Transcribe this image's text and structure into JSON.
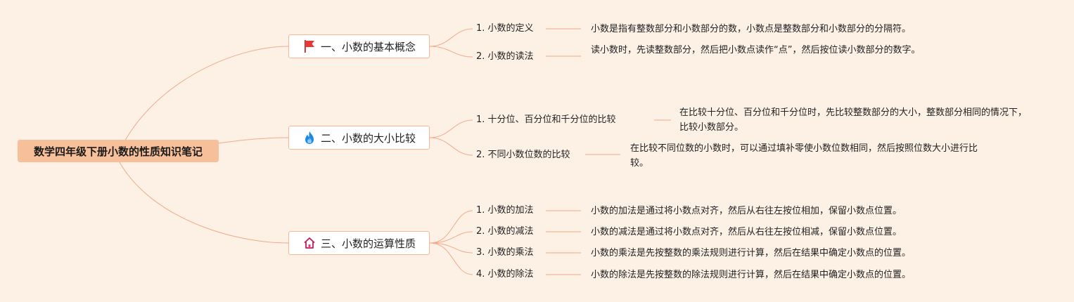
{
  "root": {
    "title": "数学四年级下册小数的性质知识笔记"
  },
  "topics": [
    {
      "label": "一、小数的基本概念",
      "icon": "red-flag-icon",
      "items": [
        {
          "label": "1. 小数的定义",
          "desc": "小数是指有整数部分和小数部分的数，小数点是整数部分和小数部分的分隔符。"
        },
        {
          "label": "2. 小数的读法",
          "desc": "读小数时，先读整数部分，然后把小数点读作“点”，然后按位读小数部分的数字。"
        }
      ]
    },
    {
      "label": "二、小数的大小比较",
      "icon": "fire-icon",
      "items": [
        {
          "label": "1. 十分位、百分位和千分位的比较",
          "desc": "在比较十分位、百分位和千分位时，先比较整数部分的大小，整数部分相同的情况下，比较小数部分。"
        },
        {
          "label": "2. 不同小数位数的比较",
          "desc": "在比较不同位数的小数时，可以通过填补零使小数位数相同，然后按照位数大小进行比较。"
        }
      ]
    },
    {
      "label": "三、小数的运算性质",
      "icon": "house-icon",
      "items": [
        {
          "label": "1. 小数的加法",
          "desc": "小数的加法是通过将小数点对齐，然后从右往左按位相加，保留小数点位置。"
        },
        {
          "label": "2. 小数的减法",
          "desc": "小数的减法是通过将小数点对齐，然后从右往左按位相减，保留小数点位置。"
        },
        {
          "label": "3. 小数的乘法",
          "desc": "小数的乘法是先按整数的乘法规则进行计算，然后在结果中确定小数点的位置。"
        },
        {
          "label": "4. 小数的除法",
          "desc": "小数的除法是先按整数的除法规则进行计算，然后在结果中确定小数点的位置。"
        }
      ]
    }
  ],
  "colors": {
    "background": "#fdf1e6",
    "root_fill": "#f8c09a",
    "topic_border": "#f4b796",
    "connector": "#f3a98a"
  }
}
